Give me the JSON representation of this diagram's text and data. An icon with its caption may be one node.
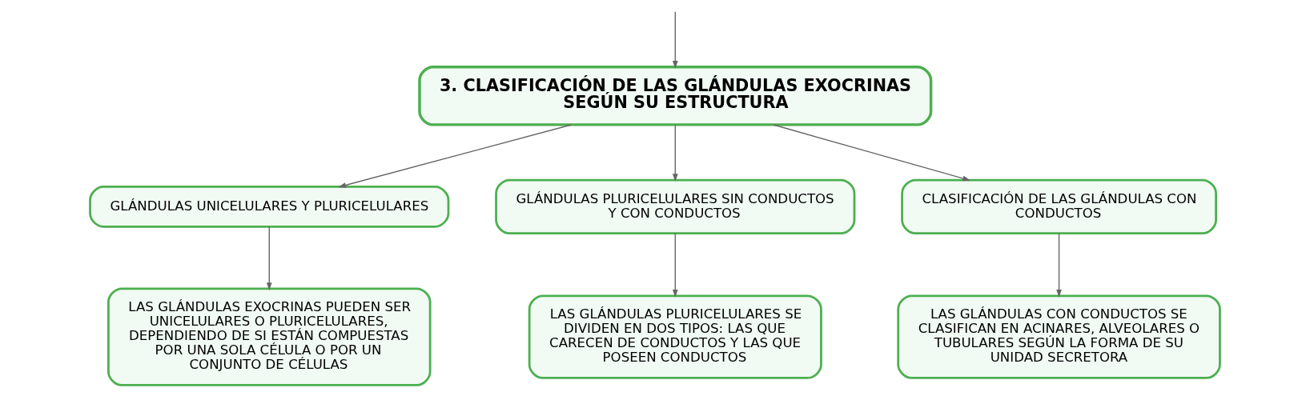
{
  "diagram": {
    "nodes": [
      {
        "text": [
          "3. CLASIFICACIÓN DE LAS GLÁNDULAS EXOCRINAS SEGÚN SU ESTRUCTURA"
        ]
      },
      {
        "text": [
          "GLÁNDULAS UNICELULARES Y PLURICELULARES"
        ]
      },
      {
        "text": [
          "GLÁNDULAS PLURICELULARES SIN CONDUCTOS Y CON CONDUCTOS"
        ]
      },
      {
        "text": [
          "CLASIFICACIÓN DE LAS GLÁNDULAS CON CONDUCTOS"
        ]
      },
      {
        "text": [
          "LAS GLÁNDULAS EXOCRINAS PUEDEN SER UNICELULARES O PLURICELULARES, DEPENDIENDO DE SI ESTÁN COMPUESTAS POR UNA SOLA CÉLULA O POR UN CONJUNTO DE CÉLULAS"
        ]
      },
      {
        "text": [
          "LAS GLÁNDULAS PLURICELULARES SE DIVIDEN EN DOS TIPOS: LAS QUE CARECEN DE CONDUCTOS Y LAS QUE POSEEN CONDUCTOS"
        ]
      },
      {
        "text": [
          "LAS GLÁNDULAS CON CONDUCTOS SE CLASIFICAN EN ACINARES, ALVEOLARES O TUBULARES SEGÚN LA FORMA DE SU UNIDAD SECRETORA"
        ]
      }
    ],
    "edges": [
      {
        "from": null,
        "to": 0,
        "arrow": "to"
      },
      {
        "from": 0,
        "to": 1,
        "arrow": "to"
      },
      {
        "from": 0,
        "to": 2,
        "arrow": "to"
      },
      {
        "from": 0,
        "to": 3,
        "arrow": "to"
      },
      {
        "from": 1,
        "to": 4,
        "arrow": "to"
      },
      {
        "from": 2,
        "to": 5,
        "arrow": "to"
      },
      {
        "from": 3,
        "to": 6,
        "arrow": "to"
      }
    ]
  }
}
